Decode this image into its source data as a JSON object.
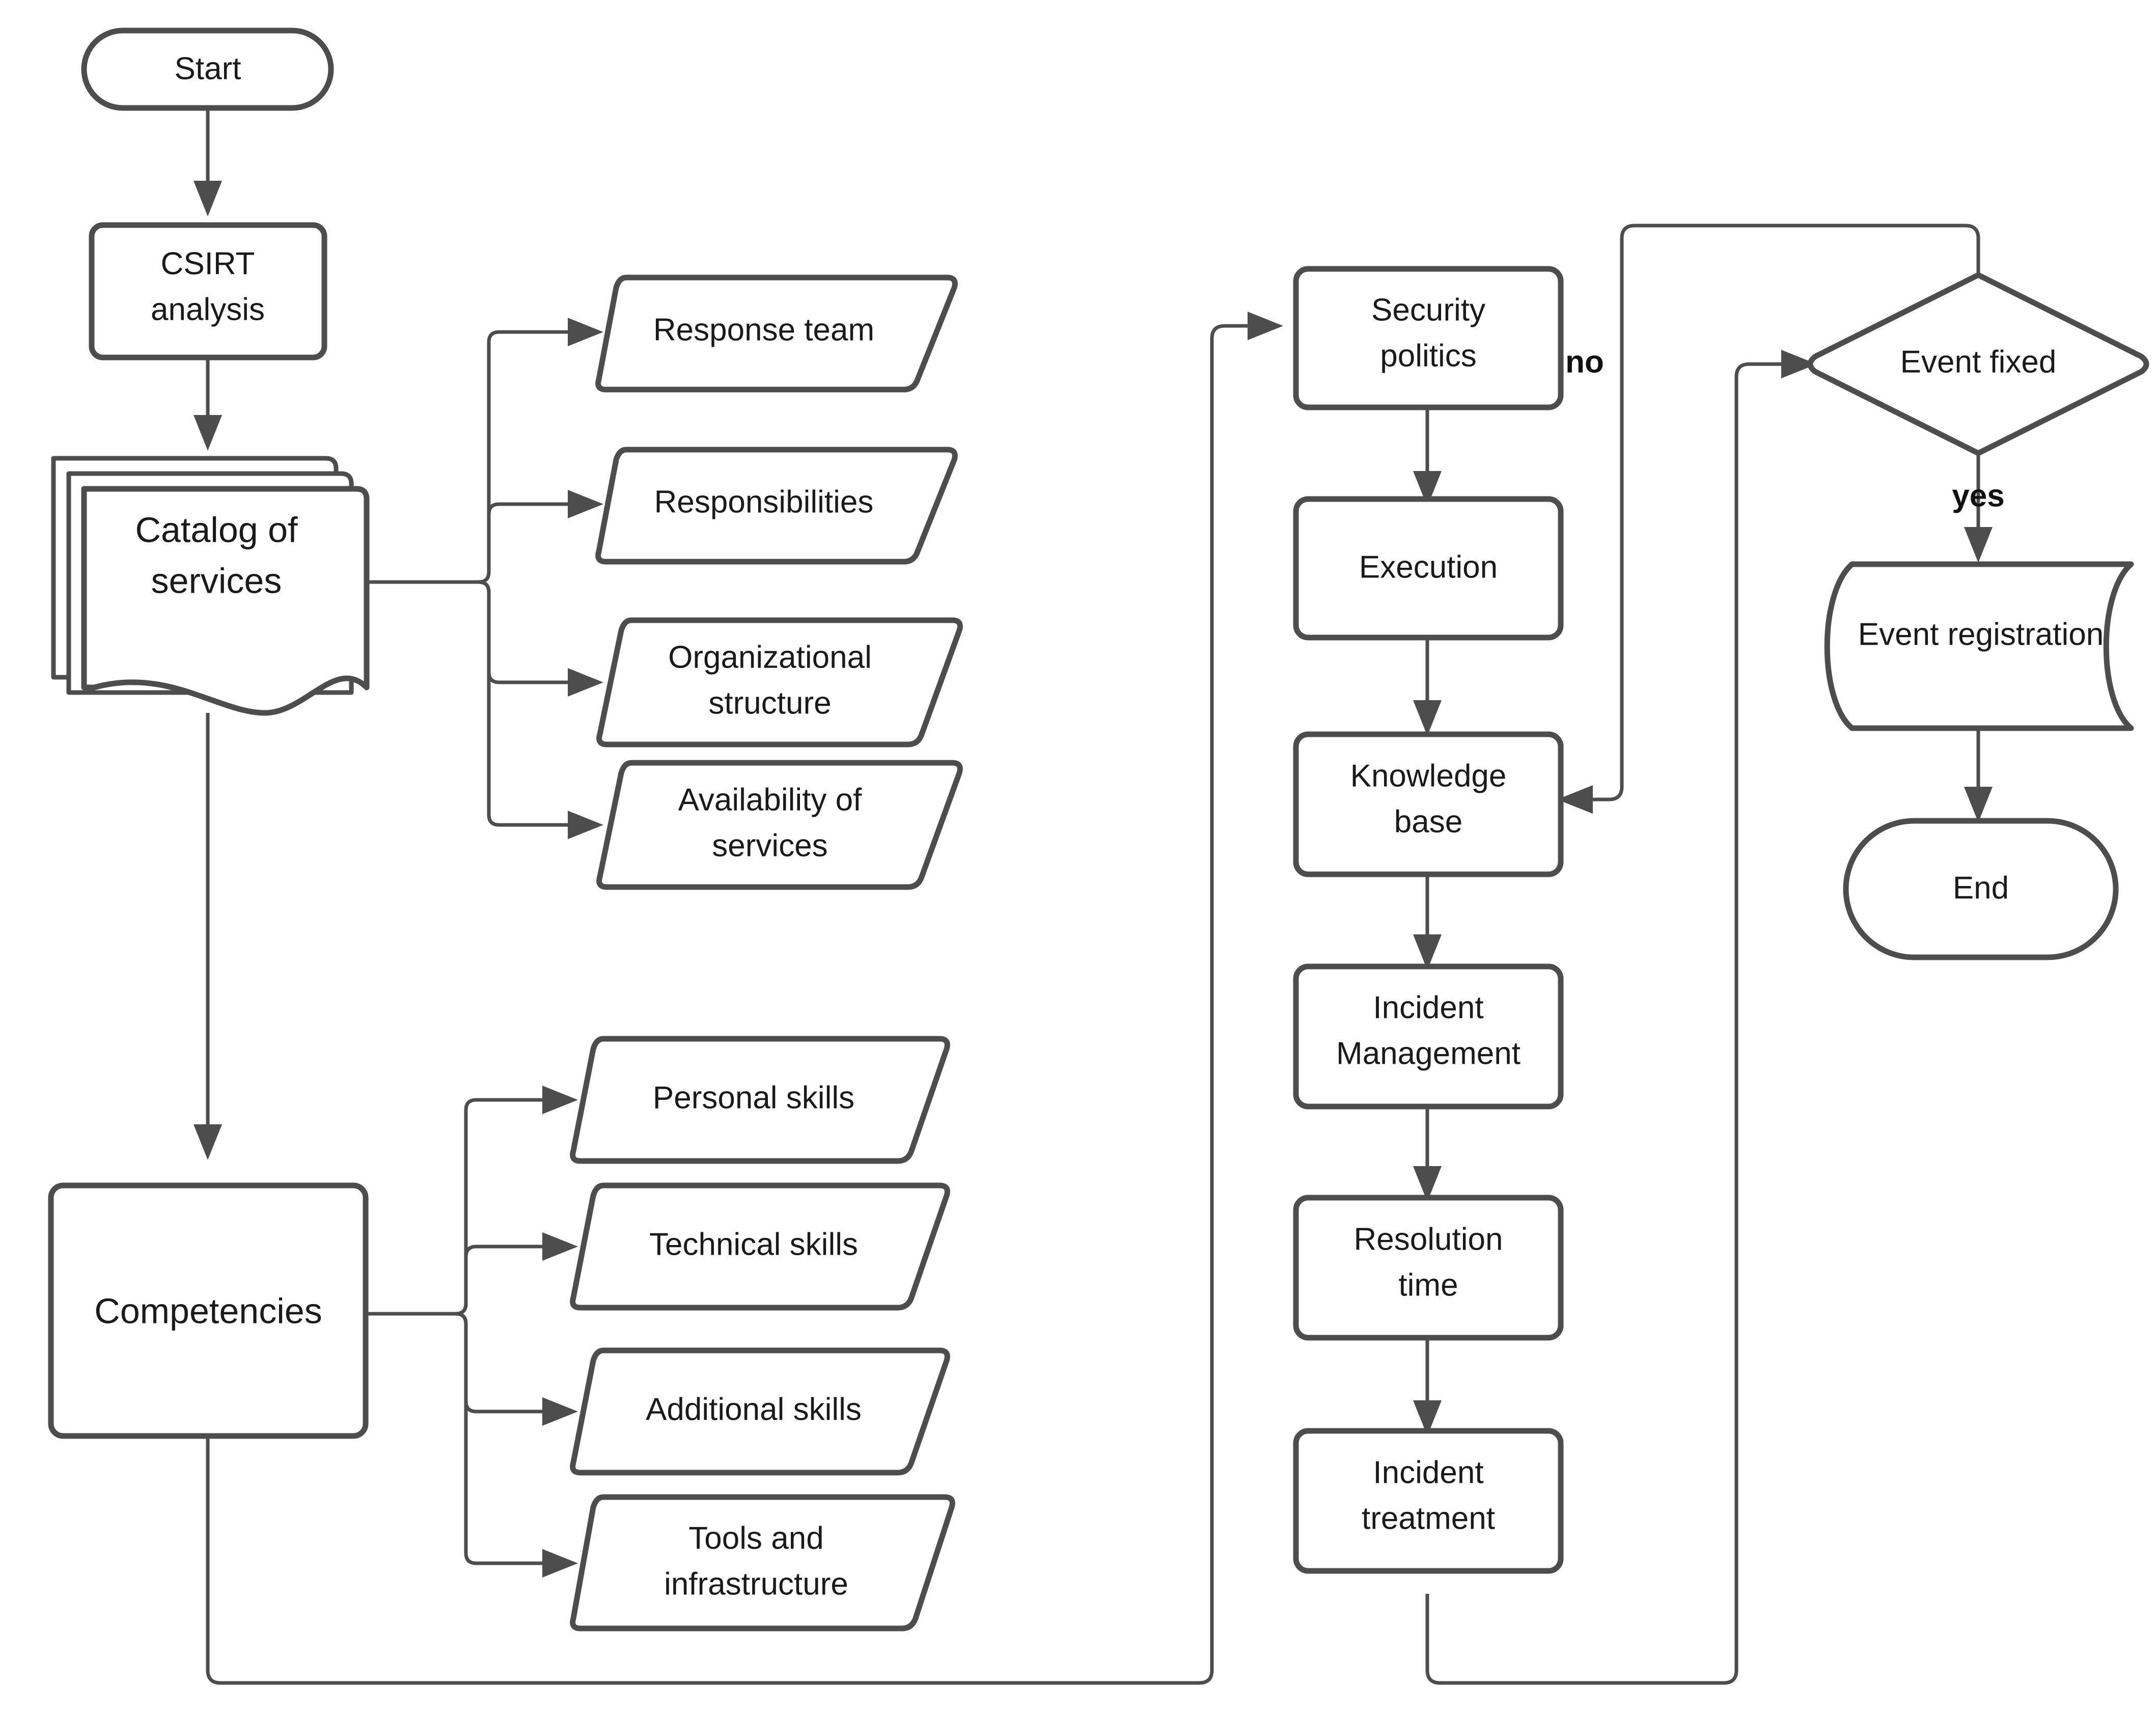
{
  "diagram": {
    "title": "CSIRT service catalog and incident handling flowchart",
    "colors": {
      "stroke": "#4d4d4d",
      "fill": "#ffffff",
      "text": "#1a1a1a",
      "background": "#ffffff"
    },
    "nodes": {
      "start": {
        "label": "Start",
        "shape": "terminator"
      },
      "csirt_analysis": {
        "label": "CSIRT\nanalysis",
        "line1": "CSIRT",
        "line2": "analysis",
        "shape": "process"
      },
      "catalog_of_services": {
        "label": "Catalog of services",
        "line1": "Catalog of",
        "line2": "services",
        "shape": "multi-document"
      },
      "response_team": {
        "label": "Response team",
        "shape": "data-parallelogram"
      },
      "responsibilities": {
        "label": "Responsibilities",
        "shape": "data-parallelogram"
      },
      "organizational_structure": {
        "label": "Organizational structure",
        "line1": "Organizational",
        "line2": "structure",
        "shape": "data-parallelogram"
      },
      "availability_of_services": {
        "label": "Availability of services",
        "line1": "Availability of",
        "line2": "services",
        "shape": "data-parallelogram"
      },
      "competencies": {
        "label": "Competencies",
        "shape": "process"
      },
      "personal_skills": {
        "label": "Personal skills",
        "shape": "data-parallelogram"
      },
      "technical_skills": {
        "label": "Technical skills",
        "shape": "data-parallelogram"
      },
      "additional_skills": {
        "label": "Additional skills",
        "shape": "data-parallelogram"
      },
      "tools_and_infrastructure": {
        "label": "Tools and infrastructure",
        "line1": "Tools and",
        "line2": "infrastructure",
        "shape": "data-parallelogram"
      },
      "security_politics": {
        "label": "Security politics",
        "line1": "Security",
        "line2": "politics",
        "shape": "process"
      },
      "execution": {
        "label": "Execution",
        "shape": "process"
      },
      "knowledge_base": {
        "label": "Knowledge base",
        "line1": "Knowledge",
        "line2": "base",
        "shape": "process"
      },
      "incident_management": {
        "label": "Incident Management",
        "line1": "Incident",
        "line2": "Management",
        "shape": "process"
      },
      "resolution_time": {
        "label": "Resolution time",
        "line1": "Resolution",
        "line2": "time",
        "shape": "process"
      },
      "incident_treatment": {
        "label": "Incident treatment",
        "line1": "Incident",
        "line2": "treatment",
        "shape": "process"
      },
      "event_fixed": {
        "label": "Event fixed",
        "shape": "decision-diamond"
      },
      "event_registration": {
        "label": "Event registration",
        "shape": "database-cylinder"
      },
      "end": {
        "label": "End",
        "shape": "terminator"
      }
    },
    "edge_labels": {
      "no": "no",
      "yes": "yes"
    },
    "edges": [
      {
        "from": "start",
        "to": "csirt_analysis",
        "label": ""
      },
      {
        "from": "csirt_analysis",
        "to": "catalog_of_services",
        "label": ""
      },
      {
        "from": "catalog_of_services",
        "to": "response_team",
        "label": ""
      },
      {
        "from": "catalog_of_services",
        "to": "responsibilities",
        "label": ""
      },
      {
        "from": "catalog_of_services",
        "to": "organizational_structure",
        "label": ""
      },
      {
        "from": "catalog_of_services",
        "to": "availability_of_services",
        "label": ""
      },
      {
        "from": "catalog_of_services",
        "to": "competencies",
        "label": ""
      },
      {
        "from": "competencies",
        "to": "personal_skills",
        "label": ""
      },
      {
        "from": "competencies",
        "to": "technical_skills",
        "label": ""
      },
      {
        "from": "competencies",
        "to": "additional_skills",
        "label": ""
      },
      {
        "from": "competencies",
        "to": "tools_and_infrastructure",
        "label": ""
      },
      {
        "from": "competencies",
        "to": "security_politics",
        "label": ""
      },
      {
        "from": "security_politics",
        "to": "execution",
        "label": ""
      },
      {
        "from": "execution",
        "to": "knowledge_base",
        "label": ""
      },
      {
        "from": "knowledge_base",
        "to": "incident_management",
        "label": ""
      },
      {
        "from": "incident_management",
        "to": "resolution_time",
        "label": ""
      },
      {
        "from": "resolution_time",
        "to": "incident_treatment",
        "label": ""
      },
      {
        "from": "incident_treatment",
        "to": "event_fixed",
        "label": ""
      },
      {
        "from": "event_fixed",
        "to": "knowledge_base",
        "label": "no"
      },
      {
        "from": "event_fixed",
        "to": "event_registration",
        "label": "yes"
      },
      {
        "from": "event_registration",
        "to": "end",
        "label": ""
      }
    ]
  }
}
